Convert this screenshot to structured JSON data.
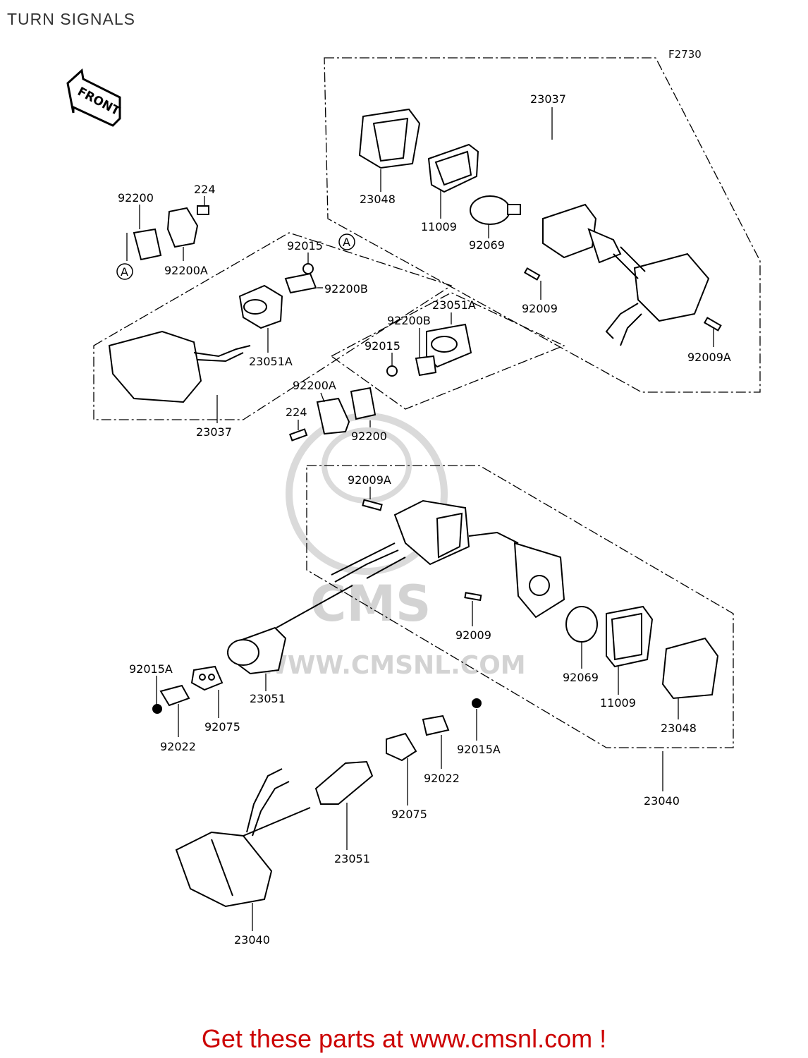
{
  "page": {
    "title": "TURN SIGNALS",
    "figure_code": "F2730"
  },
  "front_arrow": {
    "label": "FRONT"
  },
  "ref_markers": {
    "a": "A"
  },
  "watermark": {
    "logo": "CMS",
    "url": "WWW.CMSNL.COM"
  },
  "parts": {
    "p23037_top": "23037",
    "p23048_top": "23048",
    "p11009_top": "11009",
    "p92069_top": "92069",
    "p92009_top": "92009",
    "p92009a_top": "92009A",
    "p92200_left": "92200",
    "p224_left": "224",
    "p92200a_left": "92200A",
    "p92015_top": "92015",
    "p92200b_top": "92200B",
    "p23051a_left": "23051A",
    "p23037_left": "23037",
    "p23051a_mid": "23051A",
    "p92200b_mid": "92200B",
    "p92015_mid": "92015",
    "p92200a_mid": "92200A",
    "p224_mid": "224",
    "p92200_mid": "92200",
    "p92009a_bot": "92009A",
    "p92009_bot": "92009",
    "p92069_bot": "92069",
    "p11009_bot": "11009",
    "p23048_bot": "23048",
    "p23040_right": "23040",
    "p92015a_left": "92015A",
    "p23051_mid": "23051",
    "p92075_left": "92075",
    "p92022_left": "92022",
    "p92015a_right": "92015A",
    "p92022_right": "92022",
    "p92075_right": "92075",
    "p23051_bot": "23051",
    "p23040_bot": "23040"
  },
  "footer": {
    "cta": "Get these parts at www.cmsnl.com !"
  }
}
